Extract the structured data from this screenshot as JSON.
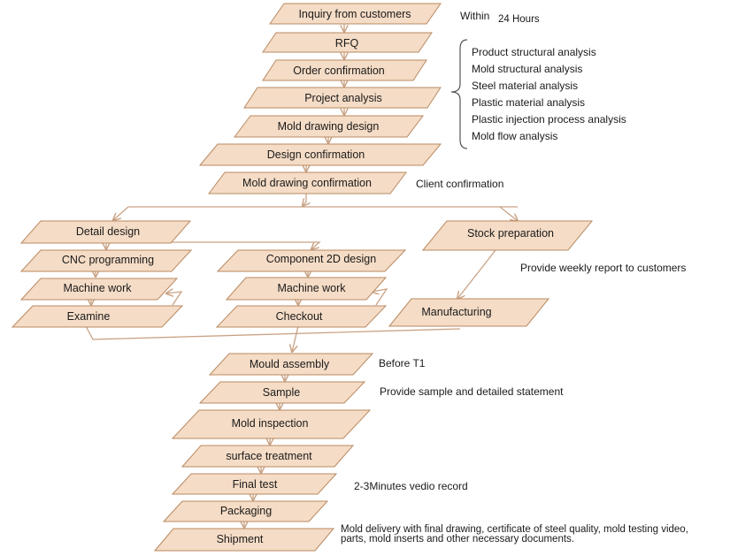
{
  "nodes": {
    "inquiry": "Inquiry from customers",
    "rfq": "RFQ",
    "order_confirmation": "Order confirmation",
    "project_analysis": "Project analysis",
    "mold_drawing_design": "Mold drawing design",
    "design_confirmation": "Design confirmation",
    "mold_drawing_confirmation": "Mold drawing confirmation",
    "detail_design": "Detail design",
    "cnc_programming": "CNC programming",
    "machine_work_left": "Machine work",
    "examine": "Examine",
    "component_2d_design": "Component 2D design",
    "machine_work_mid": "Machine work",
    "checkout": "Checkout",
    "stock_preparation": "Stock preparation",
    "manufacturing": "Manufacturing",
    "mould_assembly": "Mould assembly",
    "sample": "Sample",
    "mold_inspection": "Mold inspection",
    "surface_treatment": "surface treatment",
    "final_test": "Final test",
    "packaging": "Packaging",
    "shipment": "Shipment"
  },
  "notes": {
    "within": "Within",
    "within_hours": "24 Hours",
    "analysis_items": [
      "Product structural analysis",
      "Mold structural analysis",
      "Steel material analysis",
      "Plastic material analysis",
      "Plastic injection process analysis",
      "Mold flow analysis"
    ],
    "client_confirmation": "Client confirmation",
    "weekly_report": "Provide weekly report to customers",
    "before_t1": "Before T1",
    "sample_statement": "Provide sample and detailed statement",
    "video_record": "2-3Minutes vedio record",
    "delivery_line1": "Mold delivery with final drawing, certificate of steel quality, mold testing video,",
    "delivery_line2": "parts, mold inserts and other necessary documents."
  },
  "colors": {
    "box_fill": "#f5dcc6",
    "box_stroke": "#b88a62",
    "arrow": "#c9a284",
    "brace": "#555555"
  }
}
